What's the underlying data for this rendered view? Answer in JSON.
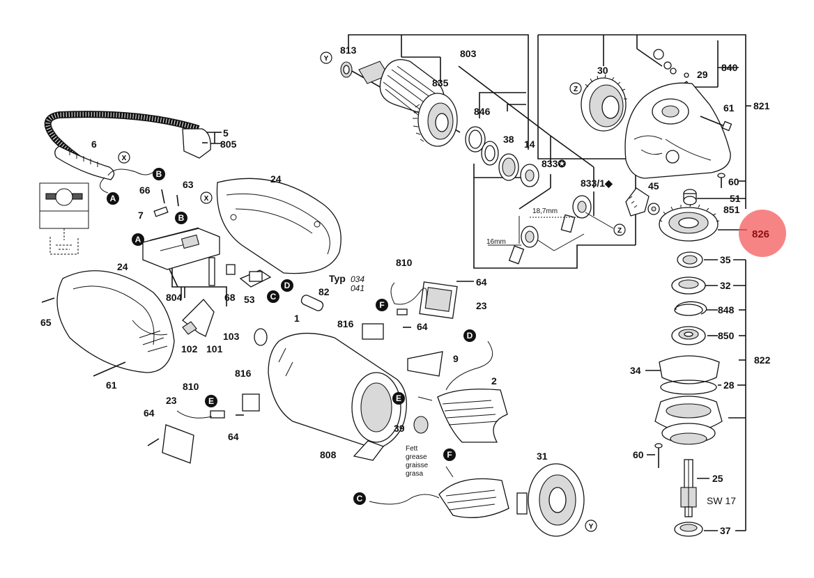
{
  "labels": {
    "p813": "813",
    "p803": "803",
    "p835": "835",
    "p846": "846",
    "p38": "38",
    "p14": "14",
    "p833s": "833✪",
    "p833_1": "833/1◆",
    "p30": "30",
    "p840": "840",
    "p29": "29",
    "p61a": "61",
    "p821": "821",
    "p60a": "60",
    "p51": "51",
    "p851": "851",
    "p45": "45",
    "p826": "826",
    "p35": "35",
    "p32": "32",
    "p848": "848",
    "p850": "850",
    "p822": "822",
    "p34": "34",
    "p28": "28",
    "p60b": "60",
    "p25": "25",
    "sw17": "SW 17",
    "p37": "37",
    "p5": "5",
    "p805": "805",
    "p6": "6",
    "p24a": "24",
    "p66": "66",
    "p63": "63",
    "p7": "7",
    "p24b": "24",
    "p65": "65",
    "p804": "804",
    "p68": "68",
    "p53": "53",
    "p82": "82",
    "typ": "Typ",
    "typ_034": "034",
    "typ_041": "041",
    "p102": "102",
    "p101": "101",
    "p103": "103",
    "p1": "1",
    "p61b": "61",
    "p810a": "810",
    "p64a": "64",
    "p23a": "23",
    "p816a": "816",
    "p64b": "64",
    "p9": "9",
    "p2": "2",
    "p39": "39",
    "p810b": "810",
    "p816b": "816",
    "p23b": "23",
    "p64c": "64",
    "p64d": "64",
    "p808": "808",
    "p31": "31",
    "dim187": "18,7mm",
    "dim16": "16mm",
    "grease": [
      "Fett",
      "grease",
      "graisse",
      "grasa"
    ]
  },
  "callouts": {
    "A": "A",
    "B": "B",
    "C": "C",
    "D": "D",
    "E": "E",
    "F": "F",
    "X": "X",
    "Y": "Y",
    "Z": "Z"
  },
  "highlight_color": "#f45b5b"
}
